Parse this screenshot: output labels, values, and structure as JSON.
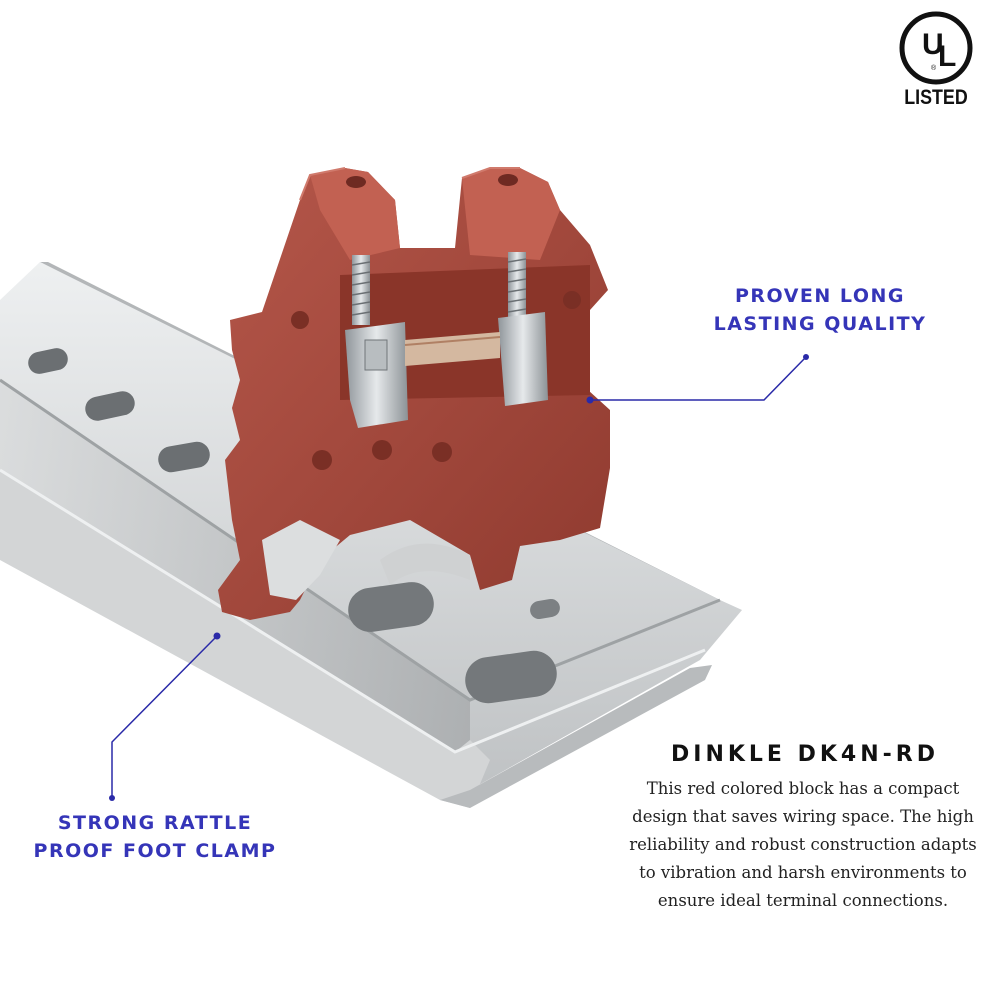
{
  "badge": {
    "logo_text": "UL",
    "listed_label": "LISTED"
  },
  "callouts": {
    "quality": "PROVEN LONG LASTING QUALITY",
    "clamp": "STRONG RATTLE PROOF FOOT CLAMP"
  },
  "product": {
    "name": "DINKLE DK4N-RD",
    "description": "This red colored block has a compact design that saves wiring space. The high reliability and robust construction adapts to vibration and harsh environments to ensure ideal terminal connections."
  },
  "colors": {
    "block": "#a94a3c",
    "rail": "#c9cbcc",
    "callout_text": "#3535b8",
    "leader_line": "#2a2aa8"
  }
}
